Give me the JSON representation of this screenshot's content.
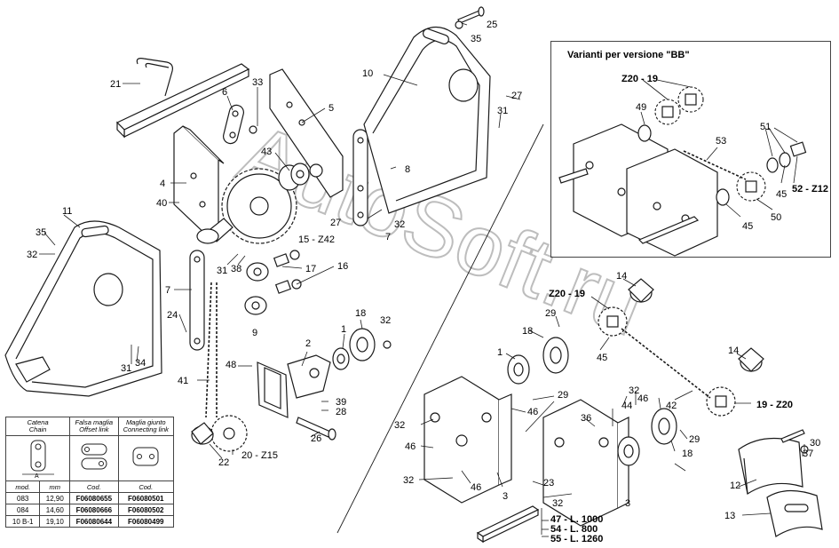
{
  "variant_box": {
    "title": "Varianti per versione \"BB\""
  },
  "callouts": {
    "c1": "1",
    "c1b": "1",
    "c2": "2",
    "c3": "3",
    "c3b": "3",
    "c4": "4",
    "c5": "5",
    "c6": "6",
    "c7": "7",
    "c7b": "7",
    "c8": "8",
    "c9": "9",
    "c10": "10",
    "c11": "11",
    "c12": "12",
    "c13": "13",
    "c14": "14",
    "c14b": "14",
    "c15": "15 - Z42",
    "c16": "16",
    "c17": "17",
    "c18": "18",
    "c18b": "18",
    "c18c": "18",
    "c19": "19 - Z20",
    "c20": "20 - Z15",
    "c21": "21",
    "c22": "22",
    "c23": "23",
    "c24": "24",
    "c25": "25",
    "c26": "26",
    "c27": "27",
    "c27b": "27",
    "c28": "28",
    "c29": "29",
    "c29b": "29",
    "c29c": "29",
    "c30": "30",
    "c31": "31",
    "c31b": "31",
    "c31c": "31",
    "c32": "32",
    "c32b": "32",
    "c32c": "32",
    "c32d": "32",
    "c32e": "32",
    "c32f": "32",
    "c32g": "32",
    "c33": "33",
    "c34": "34",
    "c35": "35",
    "c35b": "35",
    "c36": "36",
    "c37": "37",
    "c38": "38",
    "c39": "39",
    "c40": "40",
    "c41": "41",
    "c42": "42",
    "c43": "43",
    "c44": "44",
    "c45": "45",
    "c45b": "45",
    "c45c": "45",
    "c46": "46",
    "c46b": "46",
    "c46c": "46",
    "c46d": "46",
    "c48": "48",
    "c49": "49",
    "c50": "50",
    "c51": "51",
    "c52": "52 - Z12",
    "c53": "53",
    "cz20a": "Z20 - 19",
    "cz20b": "Z20 - 19",
    "l47": "47 - L. 1000",
    "l54": "54 - L. 800",
    "l55": "55 - L. 1260"
  },
  "watermark": "AutoSoft.ru",
  "chain_table": {
    "headers": {
      "catena": "Catena",
      "chain": "Chain",
      "falsa": "Falsa maglia",
      "offset": "Offset link",
      "giunto": "Maglia giunto",
      "connecting": "Connecting link"
    },
    "dimension_label": "A",
    "sub_headers": [
      "mod.",
      "mm",
      "Cod.",
      "Cod."
    ],
    "rows": [
      [
        "083",
        "12,90",
        "F06080655",
        "F06080501"
      ],
      [
        "084",
        "14,60",
        "F06080666",
        "F06080502"
      ],
      [
        "10 B-1",
        "19,10",
        "F06080644",
        "F06080499"
      ]
    ]
  }
}
